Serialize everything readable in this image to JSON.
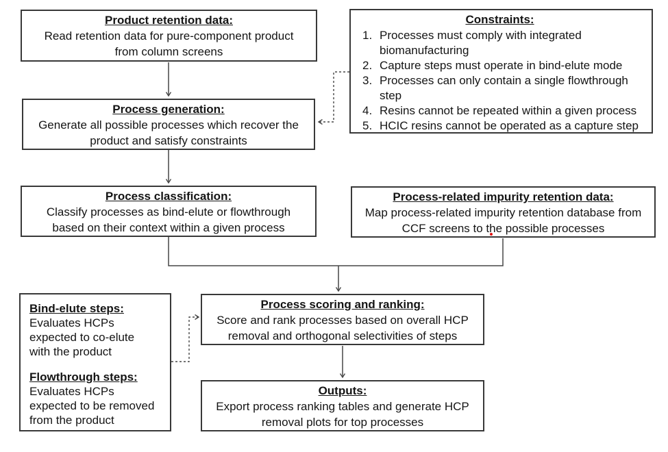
{
  "colors": {
    "background": "#ffffff",
    "border": "#383838",
    "text": "#141414",
    "connector": "#464646",
    "annotation_dot": "#e01111"
  },
  "boxes": {
    "product_retention": {
      "title": "Product retention data:",
      "body": "Read retention data for pure-component product\nfrom column screens"
    },
    "constraints": {
      "title": "Constraints:",
      "items": [
        {
          "num": "1.",
          "text": "Processes must comply with integrated\nbiomanufacturing"
        },
        {
          "num": "2.",
          "text": "Capture steps must operate in bind-elute mode"
        },
        {
          "num": "3.",
          "text": "Processes can only contain a single flowthrough\nstep"
        },
        {
          "num": "4.",
          "text": "Resins cannot be repeated within a given process"
        },
        {
          "num": "5.",
          "text": "HCIC resins cannot be operated as a capture step"
        }
      ]
    },
    "process_generation": {
      "title": "Process generation:",
      "body": "Generate all possible processes which recover the\nproduct and satisfy constraints"
    },
    "process_classification": {
      "title": "Process classification:",
      "body": "Classify processes as bind-elute or flowthrough\nbased on their context within a given process"
    },
    "impurity_retention": {
      "title": "Process-related impurity retention data:",
      "body": "Map process-related impurity retention database from\nCCF screens to the possible processes"
    },
    "steps": {
      "sections": [
        {
          "title": "Bind-elute steps:",
          "body": "Evaluates HCPs\nexpected to co-elute\nwith the product"
        },
        {
          "title": "Flowthrough steps:",
          "body": "Evaluates HCPs\nexpected to be removed\nfrom the product"
        }
      ]
    },
    "scoring": {
      "title": "Process scoring and ranking:",
      "body": "Score and rank processes based on overall HCP\nremoval and orthogonal selectivities of steps"
    },
    "outputs": {
      "title": "Outputs:",
      "body": "Export process ranking tables and generate HCP\nremoval plots for top processes"
    }
  }
}
